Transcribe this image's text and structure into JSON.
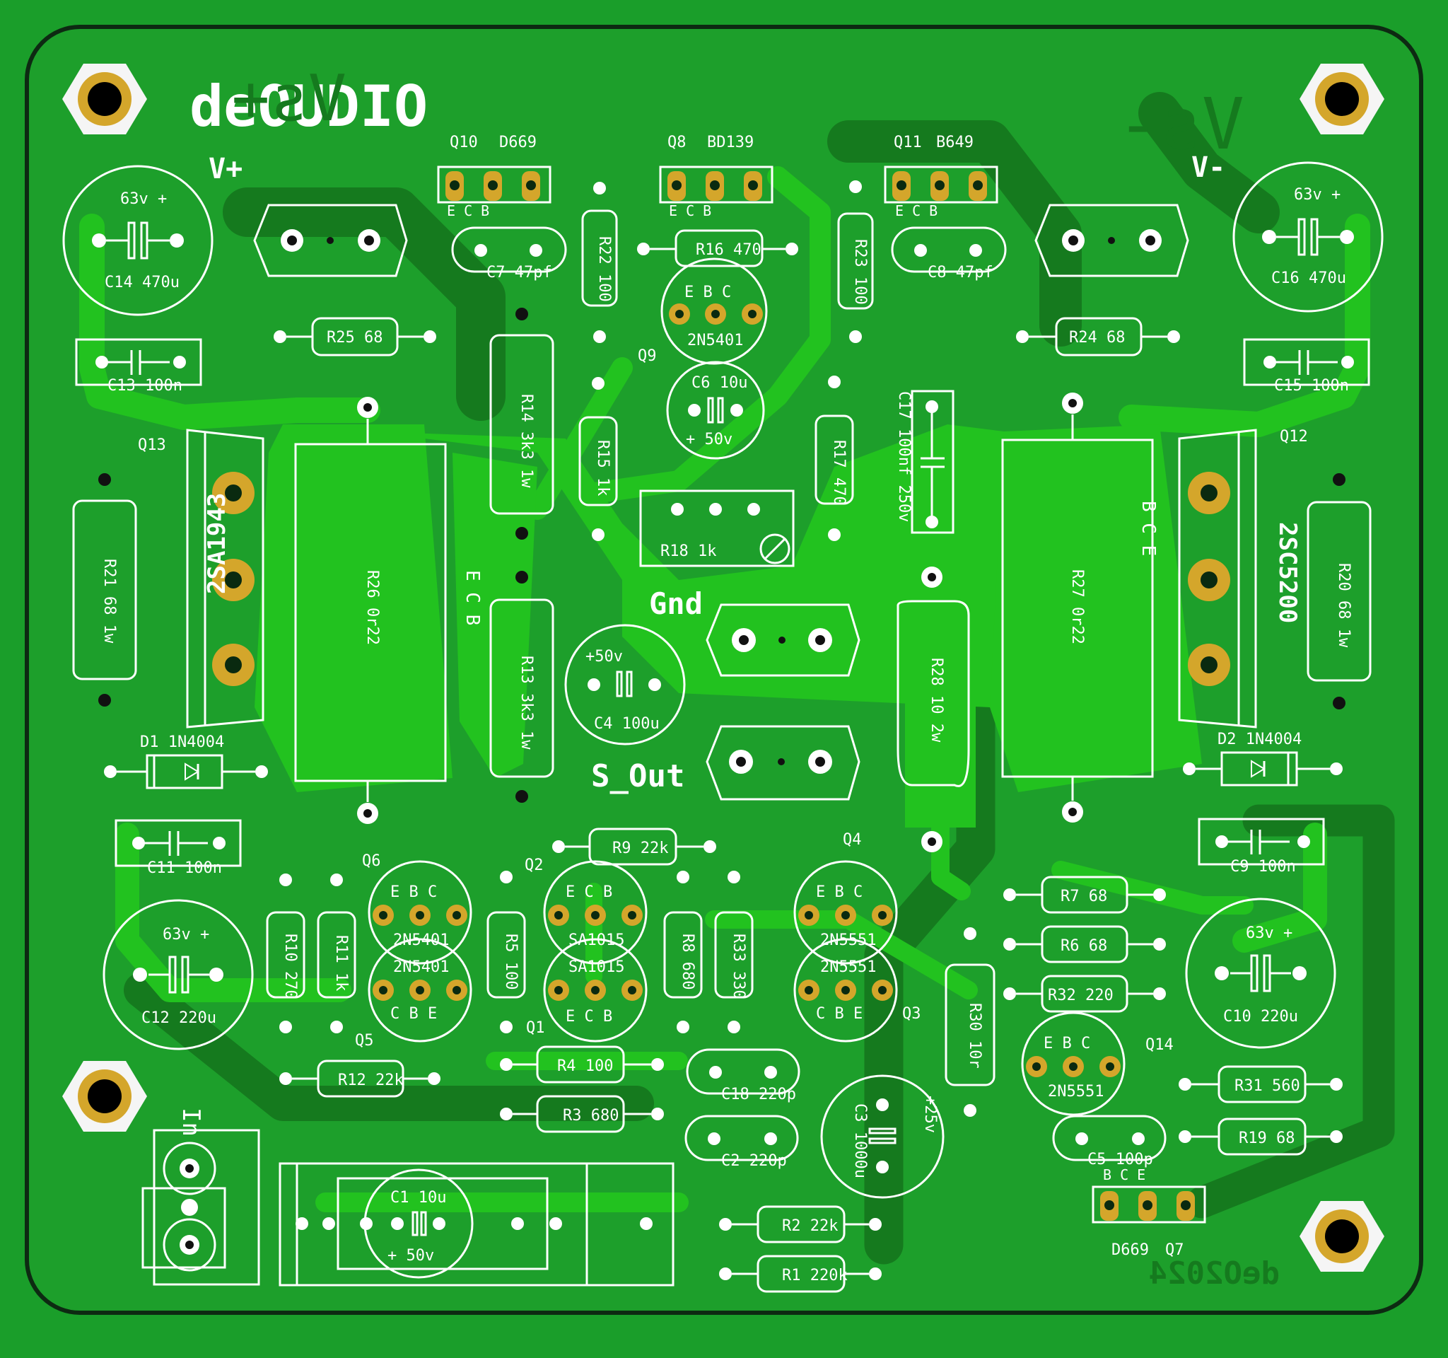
{
  "board": {
    "brand": "deOUDIO",
    "signature": "deO2024",
    "rail_pos": "V+",
    "rail_neg": "V-",
    "mirror_pos": "Vs+",
    "mirror_neg": "Vs-"
  },
  "terminals": {
    "gnd": "Gnd",
    "out": "S_Out",
    "in": "In"
  },
  "transistors_to92": [
    {
      "ref": "Q9",
      "part": "2N5401",
      "pins": "E B C"
    },
    {
      "ref": "Q6",
      "part": "2N5401",
      "pins": "E B C"
    },
    {
      "ref": "Q5",
      "part": "2N5401",
      "pins": "C B E"
    },
    {
      "ref": "Q2",
      "part": "SA1015",
      "pins": "E C B"
    },
    {
      "ref": "Q1",
      "part": "SA1015",
      "pins": "E C B"
    },
    {
      "ref": "Q4",
      "part": "2N5551",
      "pins": "E B C"
    },
    {
      "ref": "Q3",
      "part": "2N5551",
      "pins": "C B E"
    },
    {
      "ref": "Q14",
      "part": "2N5551",
      "pins": "E B C"
    }
  ],
  "transistors_to126": [
    {
      "ref": "Q10",
      "part": "D669",
      "pins": "E C B"
    },
    {
      "ref": "Q8",
      "part": "BD139",
      "pins": "E C B"
    },
    {
      "ref": "Q11",
      "part": "B649",
      "pins": "E C B"
    },
    {
      "ref": "Q7",
      "part": "D669",
      "pins": "B C E"
    }
  ],
  "power": [
    {
      "ref": "Q13",
      "part": "2SA1943",
      "pins": "E C B"
    },
    {
      "ref": "Q12",
      "part": "2SC5200",
      "pins": "B C E"
    }
  ],
  "resistors": {
    "r25": "R25 68",
    "r24": "R24 68",
    "r22": "R22 100",
    "r23": "R23 100",
    "r16": "R16 470",
    "r14": "R14 3k3 1w",
    "r13": "R13 3k3 1w",
    "r15": "R15 1k",
    "r17": "R17 470",
    "r18": "R18 1k",
    "r26": "R26 0r22",
    "r27": "R27 0r22",
    "r21": "R21 68 1w",
    "r20": "R20 68 1w",
    "r28": "R28 10 2w",
    "r9": "R9 22k",
    "r10": "R10 270",
    "r11": "R11 1k",
    "r5": "R5 100",
    "r8": "R8 680",
    "r33": "R33 330",
    "r7": "R7 68",
    "r6": "R6 68",
    "r32": "R32 220",
    "r30": "R30 10r",
    "r31": "R31 560",
    "r19": "R19 68",
    "r12": "R12 22k",
    "r4": "R4 100",
    "r3": "R3 680",
    "r2": "R2 22k",
    "r1": "R1 220k"
  },
  "capacitors": {
    "c14": "C14 470u",
    "c14v": "63v  +",
    "c16": "C16 470u",
    "c16v": "63v  +",
    "c13": "C13 100n",
    "c15": "C15 100n",
    "c7": "C7 47pf",
    "c8": "C8 47pf",
    "c6": "C6 10u",
    "c6v": "+ 50v",
    "c17": "C17 100nf 250v",
    "c4": "C4 100u",
    "c4v": "+50v",
    "c11": "C11 100n",
    "c9": "C9 100n",
    "c12": "C12 220u",
    "c12v": "63v  +",
    "c10": "C10 220u",
    "c10v": "63v  +",
    "c18": "C18 220p",
    "c2": "C2 220p",
    "c3": "C3 1000u",
    "c3v": "+25v",
    "c5": "C5 100p",
    "c1": "C1 10u",
    "c1v": "+ 50v"
  },
  "diodes": {
    "d1": "D1 1N4004",
    "d2": "D2 1N4004"
  },
  "colors": {
    "board": "#1a9e2a",
    "trace": "#22c21f",
    "dark": "#157a1e",
    "pad": "#d4a62b",
    "silk": "#ffffff"
  }
}
